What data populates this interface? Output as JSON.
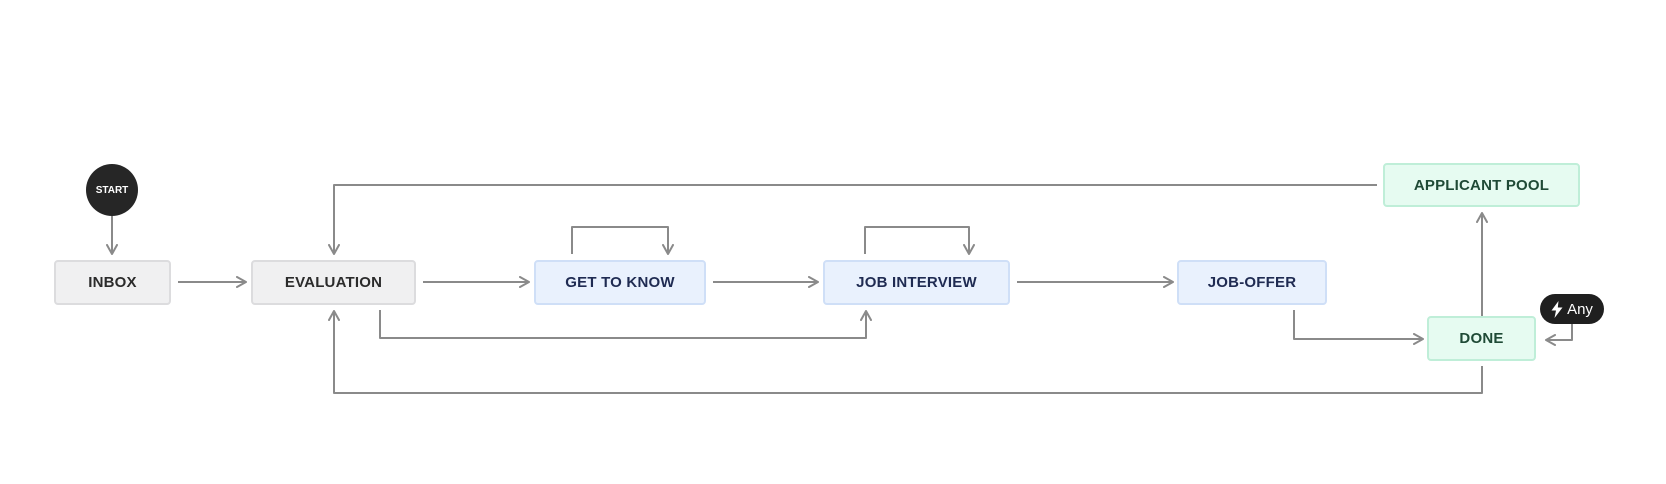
{
  "start": {
    "label": "START"
  },
  "nodes": {
    "inbox": "INBOX",
    "evaluation": "EVALUATION",
    "get_to_know": "GET TO KNOW",
    "job_interview": "JOB INTERVIEW",
    "job_offer": "JOB-OFFER",
    "applicant_pool": "APPLICANT POOL",
    "done": "DONE"
  },
  "global_transition": {
    "label": "Any",
    "icon": "lightning-icon"
  },
  "colors": {
    "arrow": "#8a8a8a",
    "start_fill": "#262626",
    "grey_status": "#f0f0f1",
    "blue_status": "#e9f1fd",
    "green_status": "#e6fbf1"
  }
}
